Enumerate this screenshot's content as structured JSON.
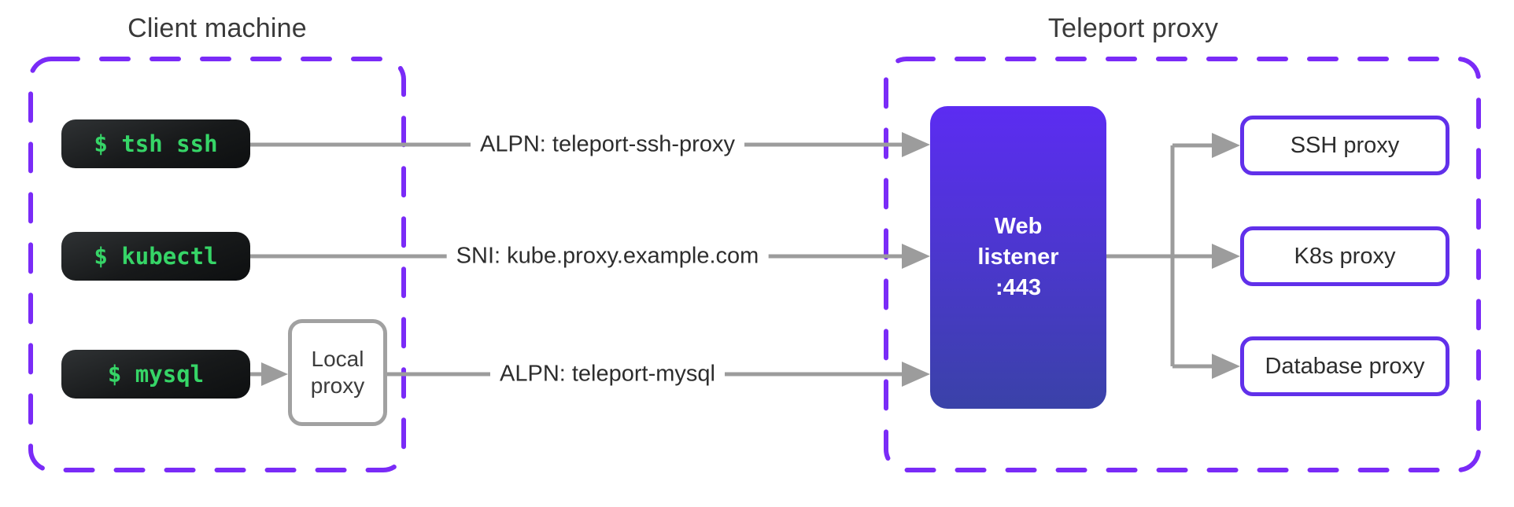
{
  "client": {
    "title": "Client machine",
    "terminals": [
      {
        "command": "$ tsh ssh"
      },
      {
        "command": "$ kubectl"
      },
      {
        "command": "$ mysql"
      }
    ],
    "local_proxy": {
      "label": "Local proxy"
    }
  },
  "connections": [
    {
      "label": "ALPN: teleport-ssh-proxy"
    },
    {
      "label": "SNI: kube.proxy.example.com"
    },
    {
      "label": "ALPN: teleport-mysql"
    }
  ],
  "teleport": {
    "title": "Teleport proxy",
    "web_listener": {
      "lines": [
        "Web",
        "listener",
        ":443"
      ]
    },
    "proxies": [
      {
        "label": "SSH proxy"
      },
      {
        "label": "K8s proxy"
      },
      {
        "label": "Database proxy"
      }
    ]
  },
  "colors": {
    "dashed_border_purple": "#7a2bf7",
    "proxy_box_border_purple": "#6130ea",
    "web_listener_gradient_top": "#5c2cf2",
    "web_listener_gradient_bottom": "#3a42a8",
    "terminal_green": "#36d567",
    "terminal_background": "#17191a",
    "connector_gray": "#9c9c9c",
    "text_dark": "#2d2d2d"
  }
}
